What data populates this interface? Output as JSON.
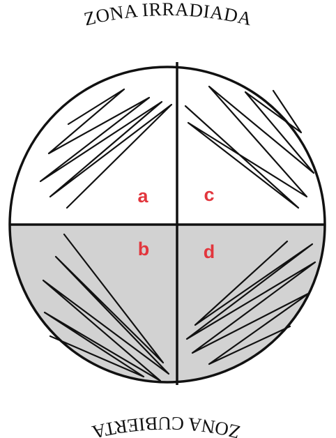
{
  "labels": {
    "top": "ZONA IRRADIADA",
    "bottom": "ZONA CUBIERTA"
  },
  "quadrants": [
    {
      "id": "a",
      "label": "a"
    },
    {
      "id": "b",
      "label": "b"
    },
    {
      "id": "c",
      "label": "c"
    },
    {
      "id": "d",
      "label": "d"
    }
  ],
  "colors": {
    "covered_fill": "#d2d2d2",
    "irradiated_fill": "#ffffff",
    "outline": "#111111",
    "quadrant_label": "#e2363d"
  }
}
